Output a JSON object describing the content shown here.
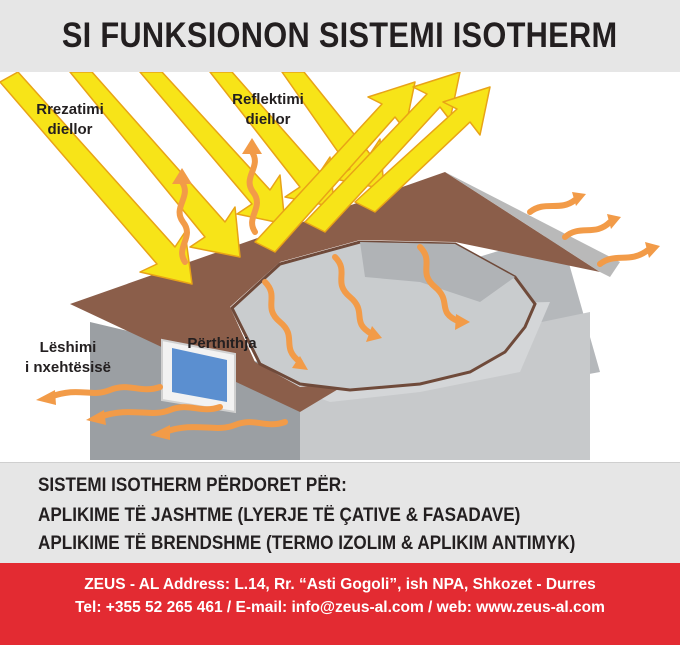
{
  "header": {
    "title": "SI FUNKSIONON SISTEMI  ISOTHERM"
  },
  "diagram": {
    "labels": {
      "solar_radiation": [
        "Rrezatimi",
        "diellor"
      ],
      "solar_reflection": [
        "Reflektimi",
        "diellor"
      ],
      "absorption": "Përthithja",
      "heat_release": [
        "Lëshimi",
        "i nxehtësisë"
      ]
    },
    "colors": {
      "solar_arrow": "#f7e418",
      "solar_arrow_outline": "#e8a317",
      "heat_arrow": "#f29b48",
      "roof": "#8b5e4a",
      "roof_edge": "#b9b9b9",
      "wall": "#9b9fa3",
      "wall_side": "#c7c9cb",
      "attic": "#c9ccce"
    }
  },
  "uses": {
    "heading": "SISTEMI ISOTHERM PËRDORET PËR:",
    "items": [
      "APLIKIME TË JASHTME (LYERJE TË ÇATIVE & FASADAVE)",
      "APLIKIME TË BRENDSHME (TERMO IZOLIM & APLIKIM ANTIMYK)"
    ]
  },
  "footer": {
    "address": "ZEUS - AL Address: L.14, Rr. “Asti Gogoli”, ish NPA, Shkozet - Durres",
    "contact": "Tel: +355 52 265 461 / E-mail: info@zeus-al.com / web: www.zeus-al.com"
  }
}
